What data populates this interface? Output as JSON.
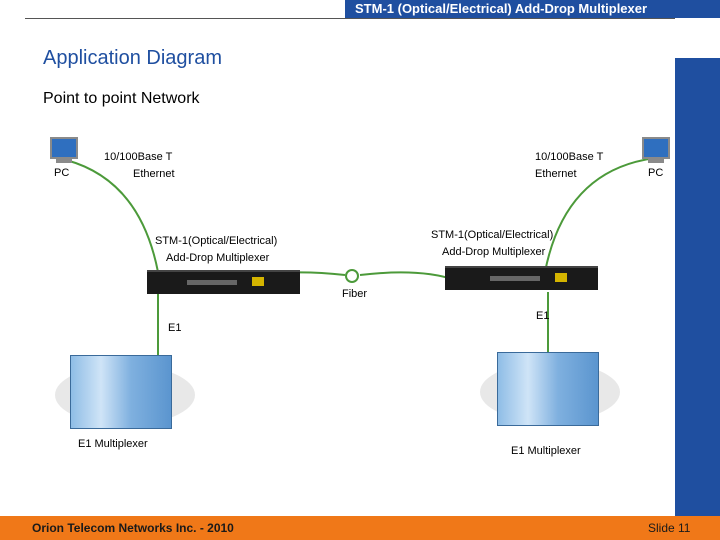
{
  "header": {
    "title": "STM-1 (Optical/Electrical) Add-Drop Multiplexer"
  },
  "slide": {
    "title": "Application Diagram",
    "subtitle": "Point to point Network"
  },
  "left": {
    "pc": "PC",
    "ethernet_1": "10/100Base T",
    "ethernet_2": "Ethernet",
    "mux_1": "STM-1(Optical/Electrical)",
    "mux_2": "Add-Drop Multiplexer",
    "e1": "E1",
    "e1mux": "E1 Multiplexer"
  },
  "right": {
    "pc": "PC",
    "ethernet_1": "10/100Base T",
    "ethernet_2": "Ethernet",
    "mux_1": "STM-1(Optical/Electrical)",
    "mux_2": "Add-Drop Multiplexer",
    "e1": "E1",
    "e1mux": "E1 Multiplexer"
  },
  "fiber": "Fiber",
  "footer": {
    "company": "Orion Telecom Networks Inc. - 2010",
    "slide": "Slide 11"
  },
  "colors": {
    "brand_blue": "#1f4fa0",
    "accent_orange": "#f07818",
    "cable_green": "#4c9a3a"
  }
}
